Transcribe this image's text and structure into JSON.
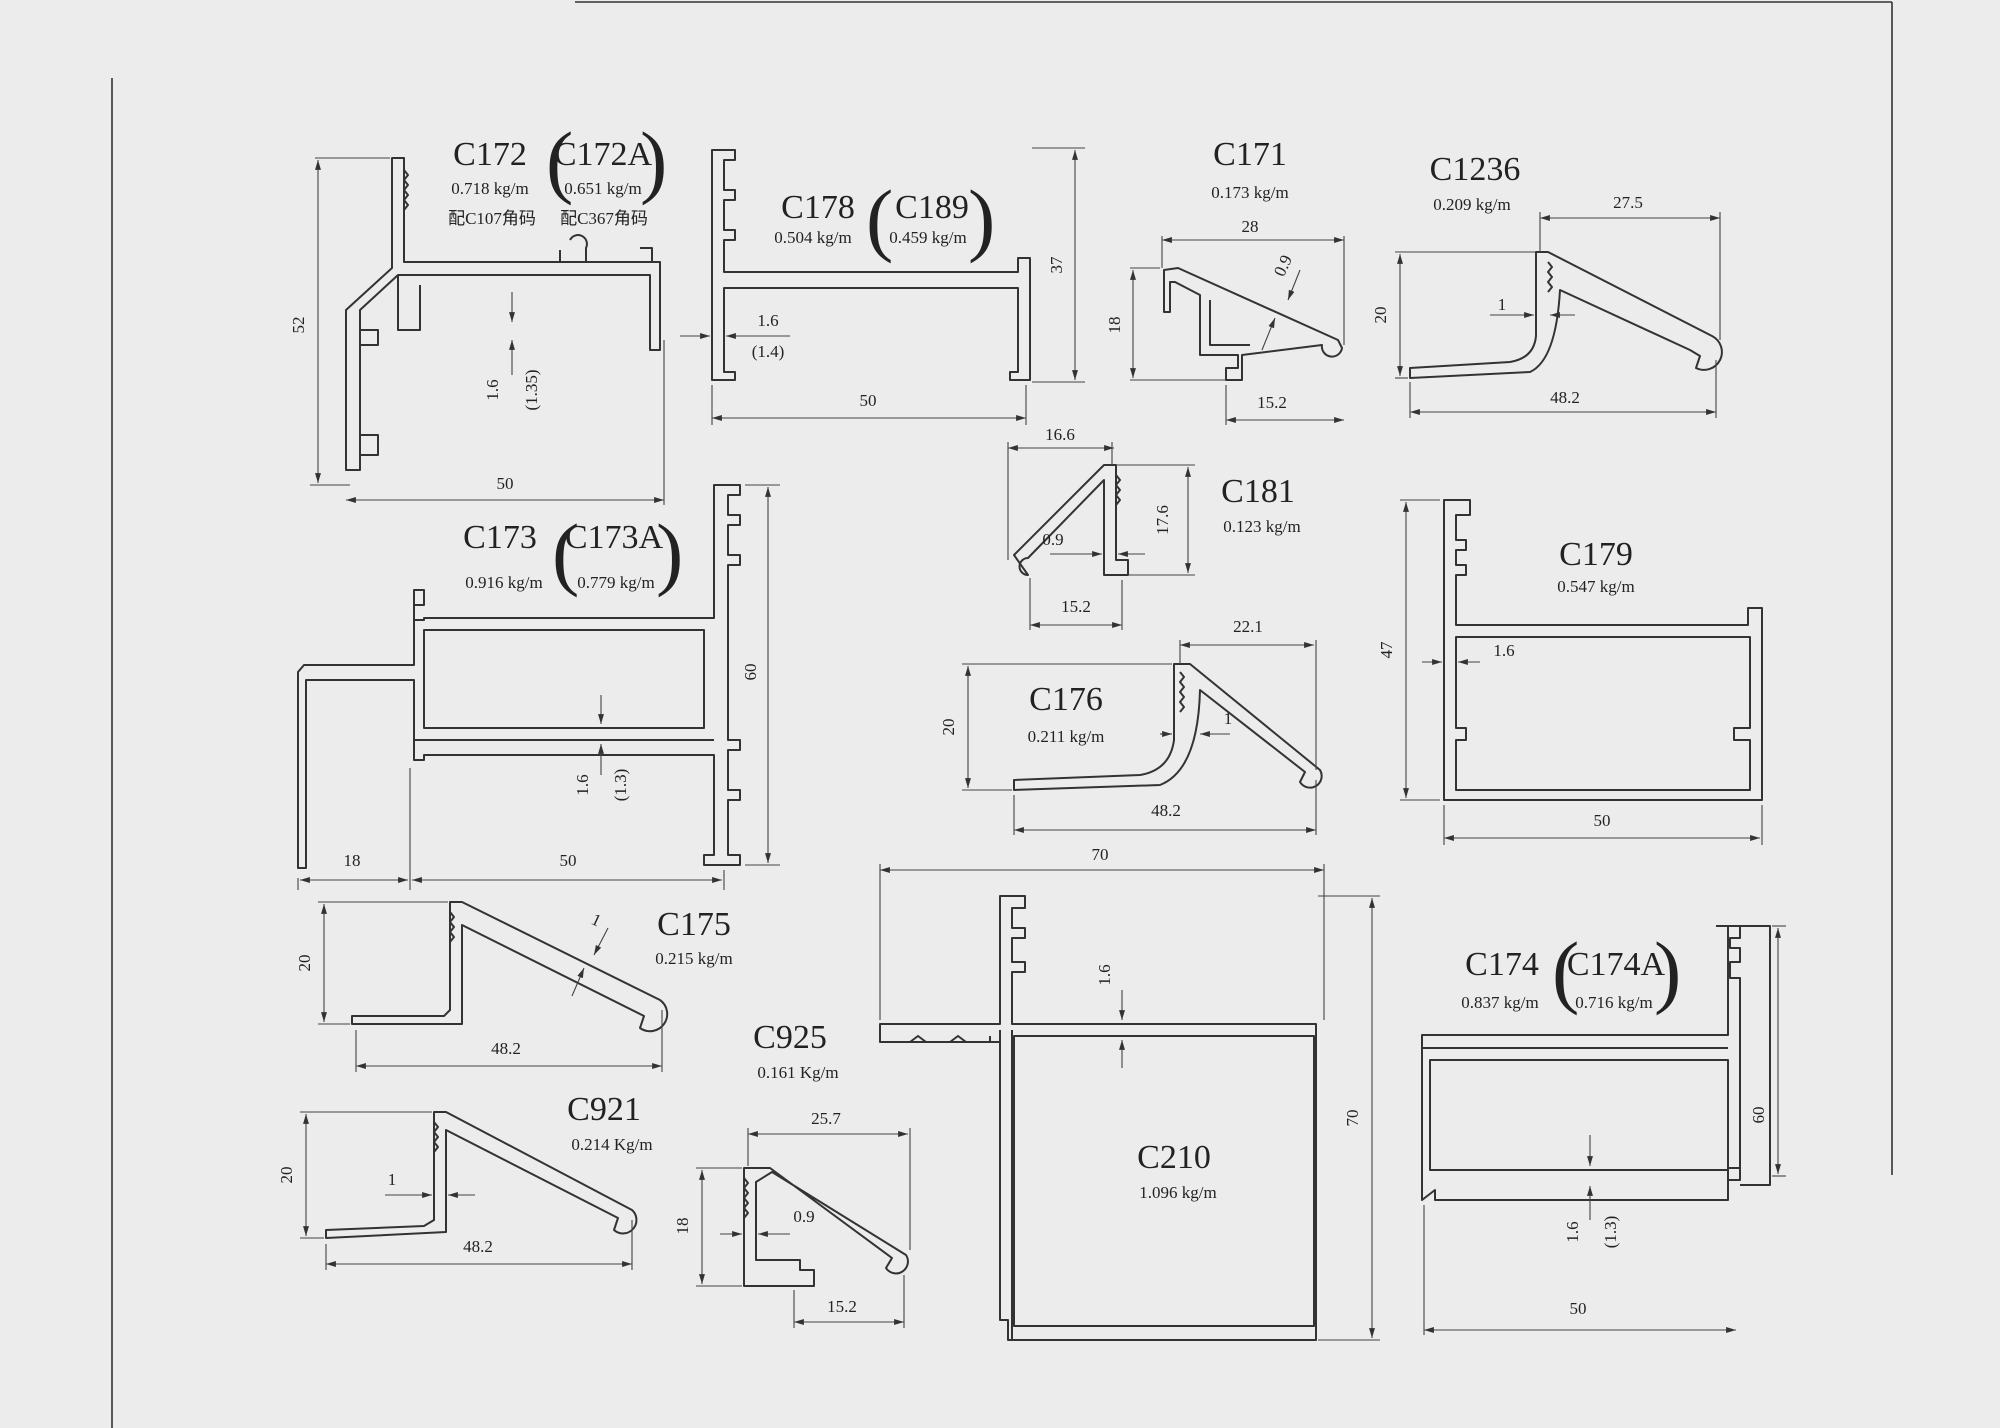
{
  "profiles": {
    "c172": {
      "code": "C172",
      "weight": "0.718 kg/m",
      "note": "配C107角码"
    },
    "c172a": {
      "code": "C172A",
      "weight": "0.651 kg/m",
      "note": "配C367角码"
    },
    "c178": {
      "code": "C178",
      "weight": "0.504 kg/m"
    },
    "c189": {
      "code": "C189",
      "weight": "0.459 kg/m"
    },
    "c171": {
      "code": "C171",
      "weight": "0.173 kg/m"
    },
    "c1236": {
      "code": "C1236",
      "weight": "0.209 kg/m"
    },
    "c181": {
      "code": "C181",
      "weight": "0.123 kg/m"
    },
    "c173": {
      "code": "C173",
      "weight": "0.916 kg/m"
    },
    "c173a": {
      "code": "C173A",
      "weight": "0.779 kg/m"
    },
    "c179": {
      "code": "C179",
      "weight": "0.547 kg/m"
    },
    "c176": {
      "code": "C176",
      "weight": "0.211 kg/m"
    },
    "c175": {
      "code": "C175",
      "weight": "0.215 kg/m"
    },
    "c925": {
      "code": "C925",
      "weight": "0.161 Kg/m"
    },
    "c921": {
      "code": "C921",
      "weight": "0.214 Kg/m"
    },
    "c210": {
      "code": "C210",
      "weight": "1.096 kg/m"
    },
    "c174": {
      "code": "C174",
      "weight": "0.837 kg/m"
    },
    "c174a": {
      "code": "C174A",
      "weight": "0.716 kg/m"
    }
  },
  "dims": {
    "c172": {
      "height": "52",
      "width": "50",
      "wall": "1.6",
      "wall_alt": "(1.35)"
    },
    "c178": {
      "height": "37",
      "width": "50",
      "wall": "1.6",
      "wall_alt": "(1.4)"
    },
    "c171": {
      "width": "28",
      "height": "18",
      "base": "15.2",
      "wall": "0.9"
    },
    "c1236": {
      "top": "27.5",
      "height": "20",
      "base": "48.2",
      "wall": "1"
    },
    "c181": {
      "top": "16.6",
      "height": "17.6",
      "wall": "0.9",
      "base": "15.2"
    },
    "c173": {
      "lip": "18",
      "width": "50",
      "height": "60",
      "wall": "1.6",
      "wall_alt": "(1.3)"
    },
    "c179": {
      "height": "47",
      "wall": "1.6",
      "width": "50"
    },
    "c176": {
      "top": "22.1",
      "height": "20",
      "wall": "1",
      "base": "48.2"
    },
    "c175": {
      "height": "20",
      "wall": "1",
      "base": "48.2"
    },
    "c925": {
      "top": "25.7",
      "height": "18",
      "wall": "0.9",
      "base": "15.2"
    },
    "c921": {
      "height": "20",
      "wall": "1",
      "base": "48.2"
    },
    "c210": {
      "width": "70",
      "height": "70",
      "wall": "1.6"
    },
    "c174": {
      "height": "60",
      "wall": "1.6",
      "wall_alt": "(1.3)",
      "width": "50"
    }
  },
  "brackets": {
    "open": "(",
    "close": ")"
  }
}
